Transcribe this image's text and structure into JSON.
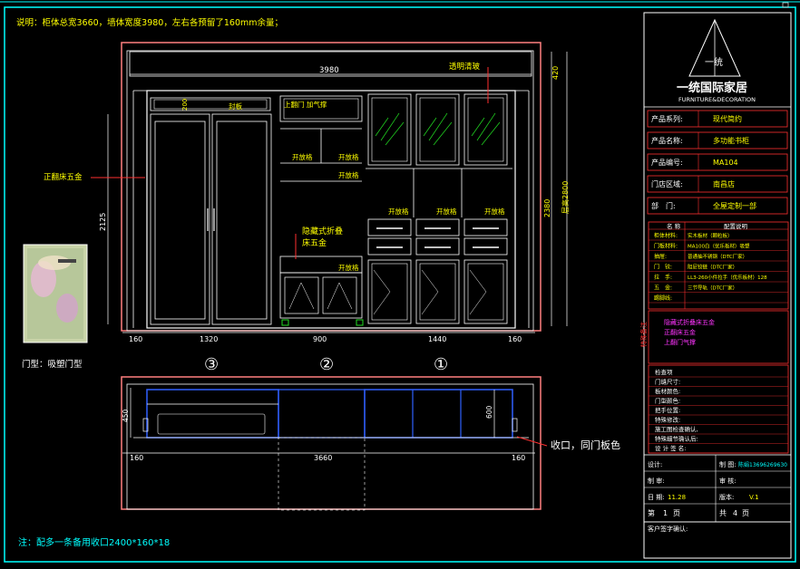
{
  "header_note": "说明：柜体总宽3660，墙体宽度3980，左右各预留了160mm余量；",
  "footer_note": "注：配多一条备用收口2400*160*18",
  "door_type_label": "门型：吸塑门型",
  "dimensions": {
    "top_total": "3980",
    "right_top": "420",
    "right_mid": "2380",
    "right_height_note": "层高2800",
    "left_height": "2125",
    "bottom_segments": [
      "160",
      "1320",
      "900",
      "1440",
      "160"
    ],
    "plan_total": "3660",
    "plan_left": "160",
    "plan_right": "160",
    "plan_depth_left": "450",
    "plan_depth_right": "600"
  },
  "section_numbers": [
    "③",
    "②",
    "①"
  ],
  "labels": {
    "glass_door": "透明清玻",
    "top_cover": "封板",
    "hinge_note": "上翻门 加气撑",
    "shelf_a": "开放格",
    "shelf_b": "开放格",
    "shelf_c": "开放格",
    "shelf_d": "开放格",
    "shelf_e": "开放格",
    "shelf_f": "开放格",
    "hidden_bed": "隐藏式折叠",
    "hardware": "床五金",
    "right_hw": "正翻床五金",
    "dim_200": "200",
    "closing": "收口，同门板色"
  },
  "title_block": {
    "brand_cn": "一统国际家居",
    "brand_en": "FURNITURE&DECORATION",
    "logo_text": "一统",
    "fields": [
      {
        "label": "产品系列:",
        "value": "现代简约"
      },
      {
        "label": "产品名称:",
        "value": "多功能书柜"
      },
      {
        "label": "产品编号:",
        "value": "MA104"
      },
      {
        "label": "门店区域:",
        "value": "南昌店"
      },
      {
        "label": "部　门:",
        "value": "全屋定制一部"
      }
    ],
    "spec_header": [
      "名 称",
      "配置说明"
    ],
    "spec_rows": [
      {
        "label": "柜体材料:",
        "value": "实木板材（颗粒板）"
      },
      {
        "label": "门板材料:",
        "value": "MA100白（优乐板材）吸塑"
      },
      {
        "label": "抽屉:",
        "value": "普通抽不锈钢（DTC厂家）"
      },
      {
        "label": "门　铰:",
        "value": "阻尼铰链（DTC厂家）"
      },
      {
        "label": "拉　手:",
        "value": "LL3-260小件拉手（优乐板材）128"
      },
      {
        "label": "五　金:",
        "value": "三节导轨（DTC厂家）"
      },
      {
        "label": "踢脚线:",
        "value": ""
      }
    ],
    "special_label": "特殊备注",
    "special_notes": [
      "隐藏式折叠床五金",
      "正翻床五金",
      "上翻门气撑"
    ],
    "check_rows": [
      "检查项",
      "门缝尺寸:",
      "板材颜色:",
      "门型颜色:",
      "把手位置:",
      "特殊修改:",
      "施工图检查确认,",
      "特殊细节确认后:",
      "设 计 签 名:"
    ],
    "designer_label": "设计:",
    "phone_label": "制 图:",
    "phone_value": "陈娟13696269630",
    "drafter_label": "制 审:",
    "check_label": "审 核:",
    "date_label": "日 期:",
    "date_value": "11.28",
    "version_label": "版本:",
    "version_value": "V.1",
    "page_label": "第",
    "page_value": "1",
    "page_unit": "页",
    "total_label": "共",
    "total_value": "4",
    "total_unit": "页",
    "customer_label": "客户签字确认:"
  },
  "colors": {
    "frame": "#00ffff",
    "drawing": "#ffffff",
    "dim": "#ffff00",
    "label": "#ffff00",
    "accent_red": "#ff3030",
    "plan_blue": "#3060ff",
    "note_magenta": "#ff33ff",
    "green": "#22dd22"
  }
}
